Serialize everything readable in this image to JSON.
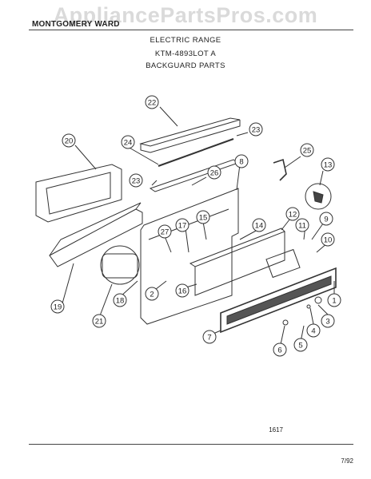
{
  "watermark": "AppliancePartsPros.com",
  "header": {
    "brand": "MONTGOMERY WARD",
    "product": "ELECTRIC  RANGE",
    "model": "KTM-4893LOT  A",
    "section": "BACKGUARD  PARTS"
  },
  "callouts": [
    "22",
    "23",
    "20",
    "24",
    "25",
    "8",
    "13",
    "23",
    "26",
    "15",
    "17",
    "27",
    "12",
    "14",
    "9",
    "11",
    "10",
    "19",
    "21",
    "18",
    "2",
    "16",
    "1",
    "4",
    "3",
    "7",
    "5",
    "6"
  ],
  "footer": {
    "ref_code": "1617",
    "date": "7/92"
  }
}
